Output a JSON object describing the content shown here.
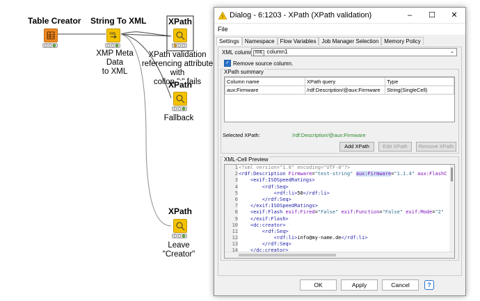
{
  "workflow": {
    "nodes": [
      {
        "title": "Table Creator",
        "label": ""
      },
      {
        "title": "String To XML",
        "label": "XMP Meta Data\nto XML"
      },
      {
        "title": "XPath",
        "label": "XPath validation\nreferencing attribute with\ncollon \":\" fails"
      },
      {
        "title": "XPath",
        "label": "Fallback"
      },
      {
        "title": "XPath",
        "label": "Leave\n\"Creator\""
      }
    ]
  },
  "dialog": {
    "title": "Dialog - 6:1203 - XPath (XPath validation)",
    "menu": [
      "File"
    ],
    "window_buttons": [
      "–",
      "☐",
      "✕"
    ],
    "tabs": [
      "Settings",
      "Namespace",
      "Flow Variables",
      "Job Manager Selection",
      "Memory Policy"
    ],
    "active_tab": "Settings",
    "xml_column_label": "XML column:",
    "xml_column_value": "column1",
    "xml_column_type": "XML",
    "remove_source_label": "Remove source column.",
    "remove_source_checked": true,
    "summary_title": "XPath summary",
    "summary_headers": [
      "Column name",
      "XPath query",
      "Type"
    ],
    "summary_rows": [
      [
        "aux:Firmware",
        "/rdf:Description/@aux:Firmware",
        "String(SingleCell)"
      ]
    ],
    "selected_xpath_label": "Selected XPath:",
    "selected_xpath_value": "/rdf:Description/@aux:Firmware",
    "buttons": {
      "add": "Add XPath",
      "edit": "Edit XPath",
      "remove": "Remove XPath"
    },
    "preview_title": "XML-Cell Preview",
    "preview_lines": [
      "1",
      "2",
      "3",
      "4",
      "5",
      "6",
      "7",
      "8",
      "9",
      "10",
      "11",
      "12",
      "13",
      "14"
    ],
    "footer": {
      "ok": "OK",
      "apply": "Apply",
      "cancel": "Cancel",
      "help": "?"
    },
    "colors": {
      "accent": "#2a73c8",
      "selected_xpath": "#2e8b2e",
      "node_yellow": "#f5c200",
      "node_orange": "#f08a24"
    }
  }
}
